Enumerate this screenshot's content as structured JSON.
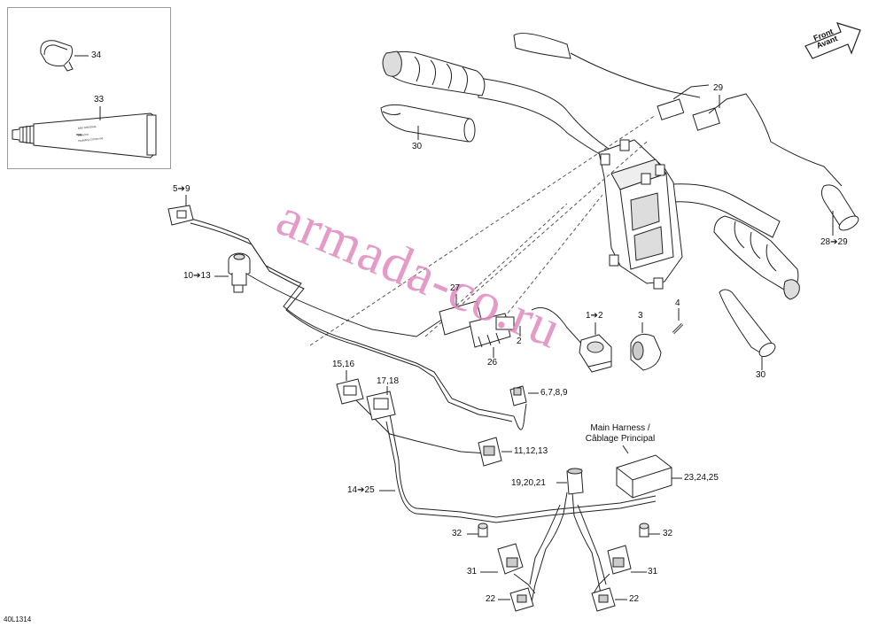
{
  "figure_id": "40L1314",
  "watermark": "armada-co.ru",
  "front_label": {
    "line1": "Front",
    "line2": "Avant"
  },
  "main_harness_label": {
    "line1": "Main Harness /",
    "line2": "Câblage Principal"
  },
  "inset": {
    "tube_text": {
      "brand": "BRP ORIGINAL",
      "line1": "Dielectric",
      "line2": "Insulating Compound"
    }
  },
  "labels": {
    "l34": "34",
    "l33": "33",
    "l30a": "30",
    "l29": "29",
    "l28_29": "28➔29",
    "l5_9": "5➔9",
    "l10_13": "10➔13",
    "l27": "27",
    "l1_2": "1➔2",
    "l3": "3",
    "l4": "4",
    "l2": "2",
    "l26": "26",
    "l30b": "30",
    "l15_16": "15,16",
    "l17_18": "17,18",
    "l6_9": "6,7,8,9",
    "l11_13": "11,12,13",
    "l19_21": "19,20,21",
    "l23_25": "23,24,25",
    "l14_25": "14➔25",
    "l32a": "32",
    "l32b": "32",
    "l31a": "31",
    "l31b": "31",
    "l22a": "22",
    "l22b": "22"
  },
  "colors": {
    "line": "#222222",
    "part_fill": "#ffffff",
    "shade": "#cfcfcf",
    "dark": "#555555",
    "watermark": "#e08abe",
    "inset_border": "#9a9a9a"
  }
}
